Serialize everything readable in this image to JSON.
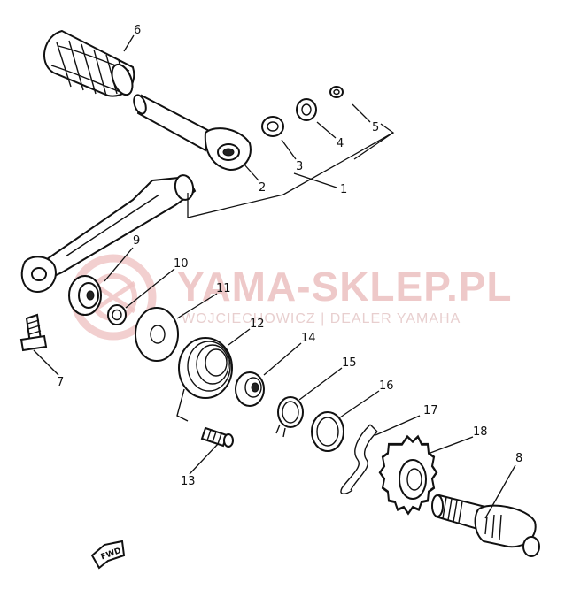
{
  "watermark": {
    "brand": "YAMA-SKLEP.PL",
    "dealer": "WOJCIECHOWICZ | DEALER YAMAHA"
  },
  "direction_marker": {
    "text": "FWD",
    "icon": "fwd-arrow-icon"
  },
  "part_labels": [
    {
      "id": "p1",
      "text": "1"
    },
    {
      "id": "p2",
      "text": "2"
    },
    {
      "id": "p3",
      "text": "3"
    },
    {
      "id": "p4",
      "text": "4"
    },
    {
      "id": "p5",
      "text": "5"
    },
    {
      "id": "p6",
      "text": "6"
    },
    {
      "id": "p7",
      "text": "7"
    },
    {
      "id": "p8",
      "text": "8"
    },
    {
      "id": "p9",
      "text": "9"
    },
    {
      "id": "p10",
      "text": "10"
    },
    {
      "id": "p11",
      "text": "11"
    },
    {
      "id": "p12",
      "text": "12"
    },
    {
      "id": "p13",
      "text": "13"
    },
    {
      "id": "p14",
      "text": "14"
    },
    {
      "id": "p15",
      "text": "15"
    },
    {
      "id": "p16",
      "text": "16"
    },
    {
      "id": "p17",
      "text": "17"
    },
    {
      "id": "p18",
      "text": "18"
    }
  ]
}
